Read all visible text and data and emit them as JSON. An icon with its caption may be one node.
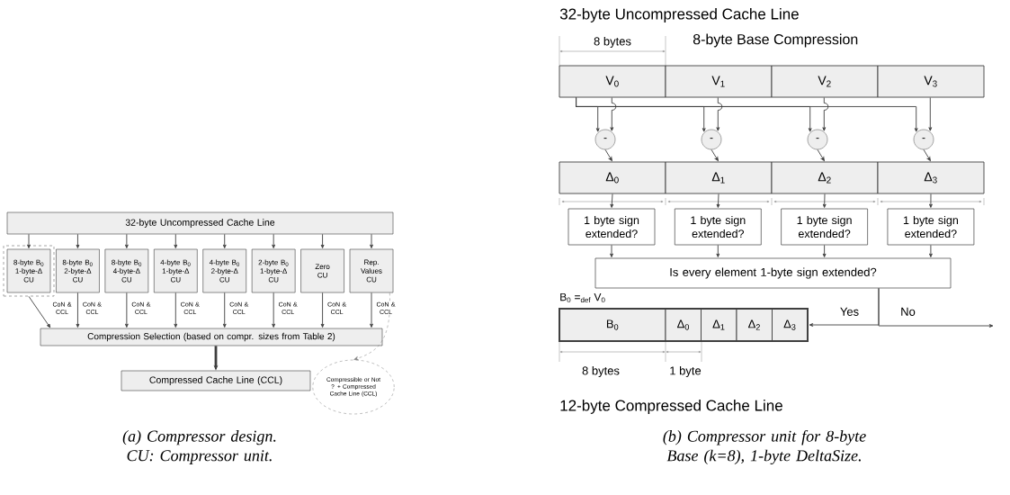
{
  "diagram": {
    "nodes": [
      {
        "text": [
          "32-byte Uncompressed Cache Line"
        ]
      },
      {
        "text": [],
        "shape": "box"
      },
      {
        "text": [
          "8-byte B$_{0}$ 1-byte-Δ CU"
        ],
        "in": 1
      },
      {
        "text": [
          "8-byte B$_{0}$ 2-byte-Δ CU"
        ]
      },
      {
        "text": [
          "8-byte B$_{0}$ 4-byte-Δ CU"
        ]
      },
      {
        "text": [
          "4-byte B$_{0}$ 1-byte-Δ CU"
        ]
      },
      {
        "text": [
          "4-byte B$_{0}$ 2-byte-Δ CU"
        ]
      },
      {
        "text": [
          "2-byte B$_{0}$ 1-byte-Δ CU"
        ]
      },
      {
        "text": [
          "Zero CU"
        ]
      },
      {
        "text": [
          "Rep. Values CU"
        ]
      },
      {
        "text": [
          "Compression Selection (based on compr. sizes from Table 2)"
        ]
      },
      {
        "text": [
          "Compressed Cache Line (CCL)"
        ]
      },
      {
        "text": [
          "Compressible or Not ? + Compressed Cache Line (CCL)"
        ]
      },
      {
        "text": [
          "V$_{0}$"
        ]
      },
      {
        "text": [
          "V$_{1}$"
        ]
      },
      {
        "text": [
          "V$_{2}$"
        ]
      },
      {
        "text": [
          "V$_{3}$"
        ]
      },
      {
        "text": [
          "-"
        ]
      },
      {
        "text": [
          "-"
        ]
      },
      {
        "text": [
          "-"
        ]
      },
      {
        "text": [
          "-"
        ]
      },
      {
        "text": [
          "Δ$_{0}$"
        ]
      },
      {
        "text": [
          "Δ$_{1}$"
        ]
      },
      {
        "text": [
          "Δ$_{2}$"
        ]
      },
      {
        "text": [
          "Δ$_{3}$"
        ]
      },
      {
        "text": [
          "1 byte sign extended?"
        ]
      },
      {
        "text": [
          "1 byte sign extended?"
        ]
      },
      {
        "text": [
          "1 byte sign extended?"
        ]
      },
      {
        "text": [
          "1 byte sign extended?"
        ]
      },
      {
        "text": [
          "Is every element 1-byte sign extended?"
        ]
      },
      {
        "text": [],
        "shape": "box"
      },
      {
        "text": [
          "B$_{0}$"
        ],
        "in": 30
      },
      {
        "text": [
          "Δ$_{0}$"
        ],
        "in": 30
      },
      {
        "text": [
          "Δ$_{1}$"
        ],
        "in": 30
      },
      {
        "text": [
          "Δ$_{2}$"
        ],
        "in": 30
      },
      {
        "text": [
          "Δ$_{3}$"
        ],
        "in": 30
      }
    ],
    "edges": [
      {
        "from": 0,
        "to": 2,
        "arrow": "to"
      },
      {
        "from": 0,
        "to": 3,
        "arrow": "to"
      },
      {
        "from": 0,
        "to": 4,
        "arrow": "to"
      },
      {
        "from": 0,
        "to": 5,
        "arrow": "to"
      },
      {
        "from": 0,
        "to": 6,
        "arrow": "to"
      },
      {
        "from": 0,
        "to": 7,
        "arrow": "to"
      },
      {
        "from": 0,
        "to": 8,
        "arrow": "to"
      },
      {
        "from": 0,
        "to": 9,
        "arrow": "to"
      },
      {
        "from": 1,
        "to": 10,
        "arrow": "to",
        "label": "CoN & CCL"
      },
      {
        "from": 3,
        "to": 10,
        "arrow": "to",
        "label": "CoN & CCL"
      },
      {
        "from": 4,
        "to": 10,
        "arrow": "to",
        "label": "CoN & CCL"
      },
      {
        "from": 5,
        "to": 10,
        "arrow": "to",
        "label": "CoN & CCL"
      },
      {
        "from": 6,
        "to": 10,
        "arrow": "to",
        "label": "CoN & CCL"
      },
      {
        "from": 7,
        "to": 10,
        "arrow": "to",
        "label": "CoN & CCL"
      },
      {
        "from": 8,
        "to": 10,
        "arrow": "to",
        "label": "CoN & CCL"
      },
      {
        "from": 9,
        "to": 10,
        "arrow": "to",
        "label": "CoN & CCL"
      },
      {
        "from": 10,
        "to": 11,
        "arrow": "to",
        "style": "thick"
      },
      {
        "from": 9,
        "to": 12,
        "arrow": "to",
        "style": "dashed",
        "color": "#808080"
      },
      {
        "from": 13,
        "to": 17,
        "arrow": "to"
      },
      {
        "from": 13,
        "to": 18,
        "arrow": "to"
      },
      {
        "from": 13,
        "to": 19,
        "arrow": "to"
      },
      {
        "from": 13,
        "to": 20,
        "arrow": "to"
      },
      {
        "from": 13,
        "to": 17,
        "arrow": "to"
      },
      {
        "from": 14,
        "to": 18,
        "arrow": "to"
      },
      {
        "from": 15,
        "to": 19,
        "arrow": "to"
      },
      {
        "from": 16,
        "to": 20,
        "arrow": "to"
      },
      {
        "from": 17,
        "to": 21,
        "arrow": "to"
      },
      {
        "from": 18,
        "to": 22,
        "arrow": "to"
      },
      {
        "from": 19,
        "to": 23,
        "arrow": "to"
      },
      {
        "from": 20,
        "to": 24,
        "arrow": "to"
      },
      {
        "from": 21,
        "to": 25,
        "arrow": "to"
      },
      {
        "from": 22,
        "to": 26,
        "arrow": "to"
      },
      {
        "from": 23,
        "to": 27,
        "arrow": "to"
      },
      {
        "from": 24,
        "to": 28,
        "arrow": "to"
      },
      {
        "from": 25,
        "to": 29,
        "arrow": "to"
      },
      {
        "from": 26,
        "to": 29,
        "arrow": "to"
      },
      {
        "from": 27,
        "to": 29,
        "arrow": "to"
      },
      {
        "from": 28,
        "to": 29,
        "arrow": "to"
      },
      {
        "from": 29,
        "to": 30,
        "arrow": "to",
        "label": "Yes"
      },
      {
        "from": 29,
        "to": null,
        "arrow": "to",
        "label": "No"
      }
    ],
    "labels": [
      "32-byte Uncompressed Cache Line",
      "8 bytes",
      "8-byte Base Compression",
      "B$_{0}$ =$_{def}$ V$_{0}$",
      "8 bytes",
      "1 byte",
      "12-byte Compressed Cache Line",
      "(a) Compressor design. CU: Compressor unit.",
      "(b) Compressor unit for 8-byte Base (k=8), 1-byte DeltaSize."
    ]
  }
}
